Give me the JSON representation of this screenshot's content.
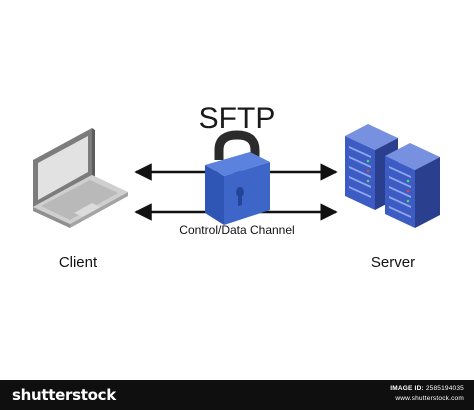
{
  "diagram": {
    "title": "SFTP",
    "client_label": "Client",
    "server_label": "Server",
    "channel_label": "Control/Data Channel",
    "colors": {
      "lock_body": "#3d66c8",
      "lock_shackle": "#2b2b2b",
      "server_front": "#3c5cc4",
      "laptop_frame": "#7c7c7c",
      "arrow": "#111111"
    }
  },
  "footer": {
    "brand": "shutterstock",
    "image_id_label": "IMAGE ID:",
    "image_id": "2585194035",
    "site": "www.shutterstock.com"
  }
}
